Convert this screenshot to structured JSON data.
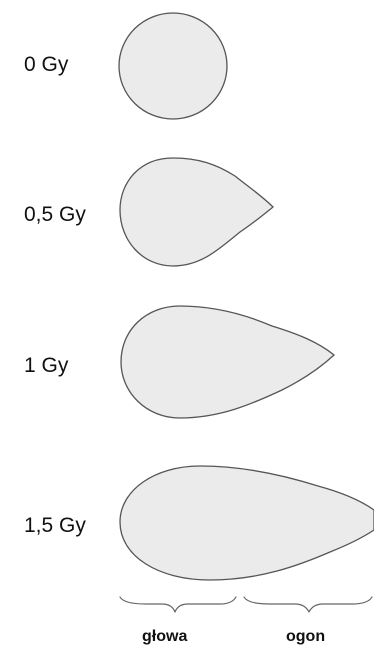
{
  "panels": [
    {
      "dose_label": "0 Gy"
    },
    {
      "dose_label": "0,5 Gy"
    },
    {
      "dose_label": "1 Gy"
    },
    {
      "dose_label": "1,5 Gy"
    }
  ],
  "legend": {
    "head_label": "głowa",
    "tail_label": "ogon"
  },
  "colors": {
    "shape_fill": "#ebebeb",
    "shape_outline": "#555555",
    "text": "#111111"
  }
}
